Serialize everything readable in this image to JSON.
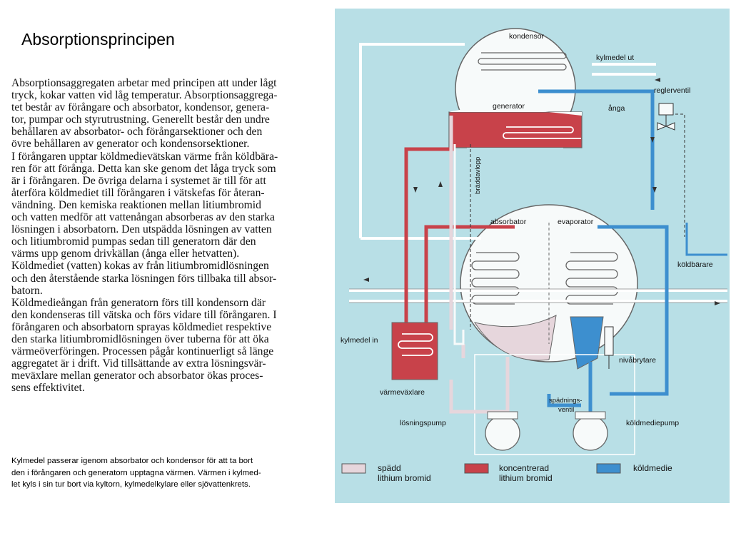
{
  "page": {
    "title": "Absorptionsprincipen",
    "body_text": "Absorptionsaggregaten arbetar med principen att under lågt\ntryck, kokar vatten vid låg temperatur. Absorptionsaggrega-\ntet består av förångare och absorbator, kondensor, genera-\ntor, pumpar och styrutrustning. Generellt består den undre\nbehållaren av absorbator- och förångarsektioner och den\növre behållaren av generator och kondensorsektioner.\nI förångaren upptar köldmedievätskan värme från köldbära-\nren för att förånga. Detta kan ske genom det låga tryck som\när i förångaren. De övriga delarna i systemet är till för att\nåterföra köldmediet till förångaren i vätskefas för återan-\nvändning. Den kemiska reaktionen mellan litiumbromid\noch vatten medför att vattenångan absorberas av den starka\nlösningen i absorbatorn. Den utspädda lösningen av vatten\noch litiumbromid pumpas sedan till generatorn där den\nvärms upp genom drivkällan (ånga eller hetvatten).\nKöldmediet (vatten) kokas av från litiumbromidlösningen\noch den återstående starka lösningen förs  tillbaka till absor-\nbatorn.\nKöldmedieångan från generatorn förs till kondensorn där\nden kondenseras till vätska och förs vidare till förångaren. I\nförångaren och absorbatorn sprayas köldmediet respektive\nden starka litiumbromidlösningen över tuberna för att öka\nvärmeöverföringen. Processen pågår kontinuerligt så länge\naggregatet är i drift. Vid tillsättande av extra lösningsvär-\nmeväxlare mellan generator och absorbator ökas proces-\nsens effektivitet.",
    "caption": "Kylmedel passerar igenom absorbator och kondensor för att ta bort\nden i förångaren och generatorn upptagna värmen. Värmen i kylmed-\nlet kyls i sin tur bort via kyltorn, kylmedelkylare eller sjövattenkrets."
  },
  "diagram": {
    "labels": {
      "kondensor": "kondensor",
      "kylmedel_ut": "kylmedel ut",
      "reglerventil": "reglerventil",
      "generator": "generator",
      "anga": "ånga",
      "braddavlopp": "bräddavlopp",
      "absorbator": "absorbator",
      "evaporator": "evaporator",
      "koldbarare": "köldbärare",
      "kylmedel_in": "kylmedel in",
      "nivabrytare": "nivåbrytare",
      "varmevaxlare": "värmeväxlare",
      "spadningsventil_1": "spädnings-",
      "spadningsventil_2": "ventil",
      "losningspump": "lösningspump",
      "koldmediepump": "köldmediepump"
    },
    "legend": [
      {
        "line1": "spädd",
        "line2": "lithium bromid",
        "color": "#e6d6dc"
      },
      {
        "line1": "koncentrerad",
        "line2": "lithium bromid",
        "color": "#c8424a"
      },
      {
        "line1": "köldmedie",
        "line2": "",
        "color": "#3d8fcf"
      }
    ],
    "colors": {
      "background": "#b8dfe6",
      "vessel": "#f7fafa",
      "dilute": "#e6d6dc",
      "concentrated": "#c8424a",
      "refrigerant": "#3d8fcf",
      "cooling": "#ffffff"
    }
  }
}
